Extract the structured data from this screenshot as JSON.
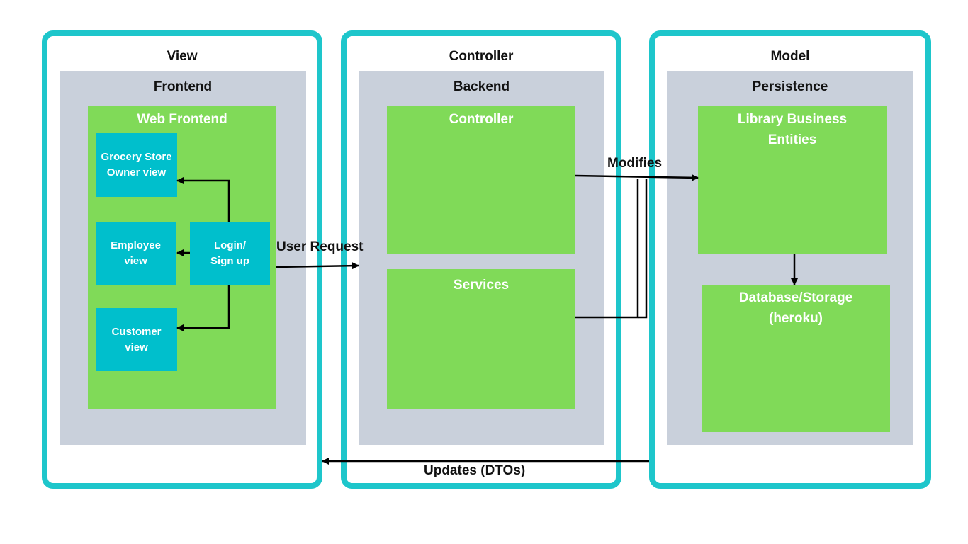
{
  "columns": {
    "view": {
      "title": "View"
    },
    "controller": {
      "title": "Controller"
    },
    "model": {
      "title": "Model"
    }
  },
  "panels": {
    "frontend": {
      "title": "Frontend"
    },
    "backend": {
      "title": "Backend"
    },
    "persistence": {
      "title": "Persistence"
    }
  },
  "components": {
    "web_frontend": "Web Frontend",
    "grocery_owner_view": "Grocery Store\nOwner view",
    "employee_view": "Employee\nview",
    "customer_view": "Customer\nview",
    "login_signup": "Login/\nSign up",
    "controller": "Controller",
    "services": "Services",
    "library_entities": "Library Business\nEntities",
    "database": "Database/Storage\n(heroku)"
  },
  "edges": {
    "user_request": "User Request",
    "modifies": "Modifies",
    "updates": "Updates (DTOs)"
  },
  "colors": {
    "column_border": "#1ec6cb",
    "panel": "#c9d0db",
    "component_green": "#80da58",
    "component_teal": "#00bfcc"
  }
}
